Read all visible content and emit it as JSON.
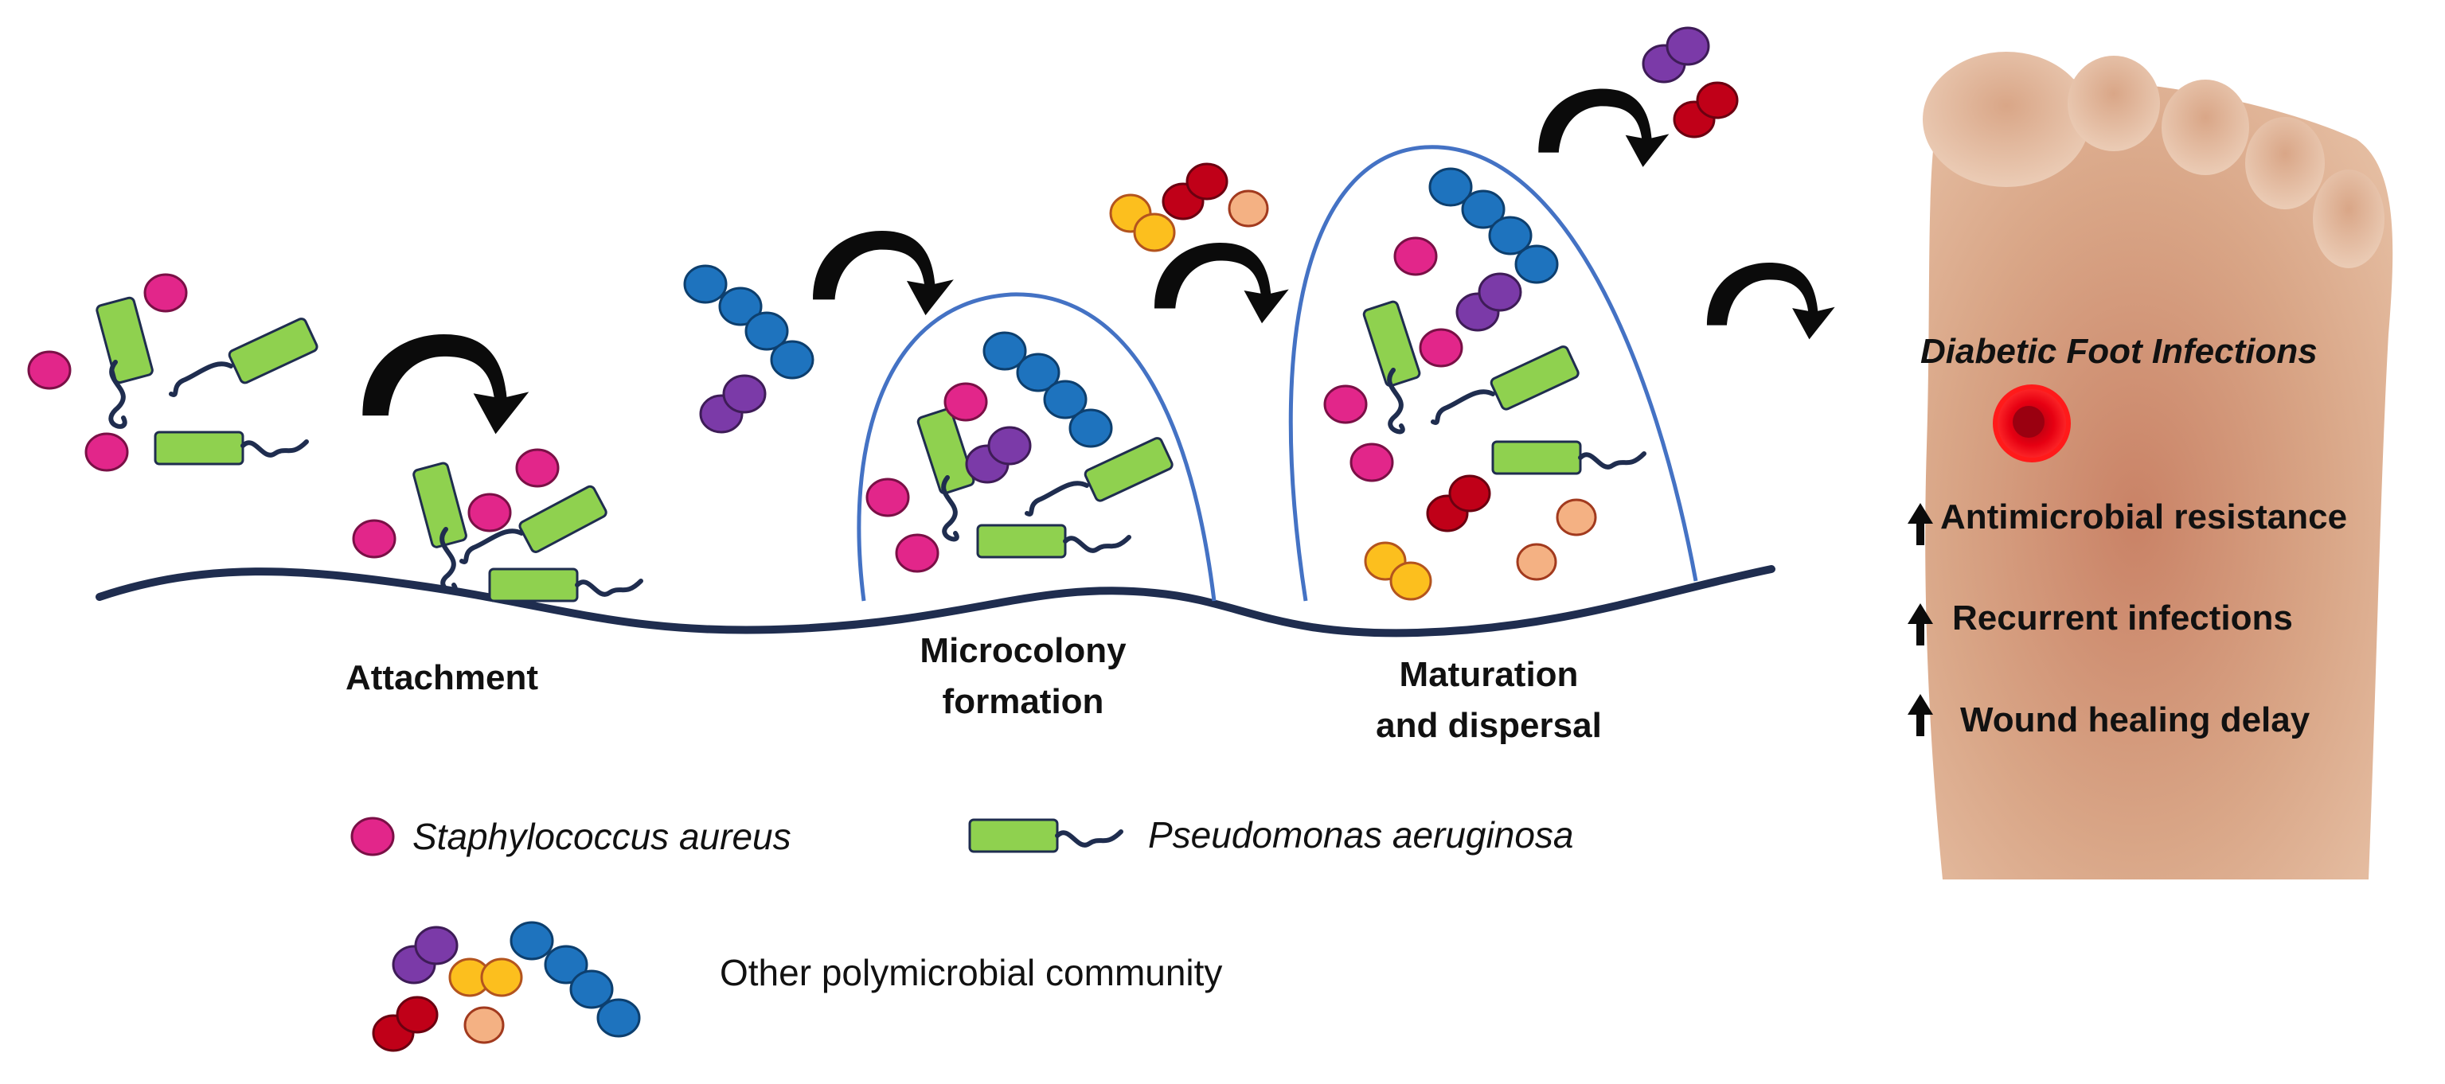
{
  "stages": {
    "attachment": "Attachment",
    "microcolony_1": "Microcolony",
    "microcolony_2": "formation",
    "maturation_1": "Maturation",
    "maturation_2": "and dispersal"
  },
  "legend": {
    "staph": "Staphylococcus aureus",
    "pseudo": "Pseudomonas aeruginosa",
    "other": "Other polymicrobial community"
  },
  "foot": {
    "title": "Diabetic Foot Infections",
    "effects": [
      "Antimicrobial resistance",
      "Recurrent infections",
      "Wound healing delay"
    ]
  },
  "colors": {
    "staph": "#e2268a",
    "pseudo": "#8fd14f",
    "blue": "#1e73be",
    "purple": "#7b3aa8",
    "yellow": "#fcbf1e",
    "red": "#c00018",
    "peach": "#f4b183",
    "arrow": "#0b0b0b",
    "surface": "#1f2d4f",
    "dome": "#4472c4",
    "skin": "#d39a7a"
  }
}
